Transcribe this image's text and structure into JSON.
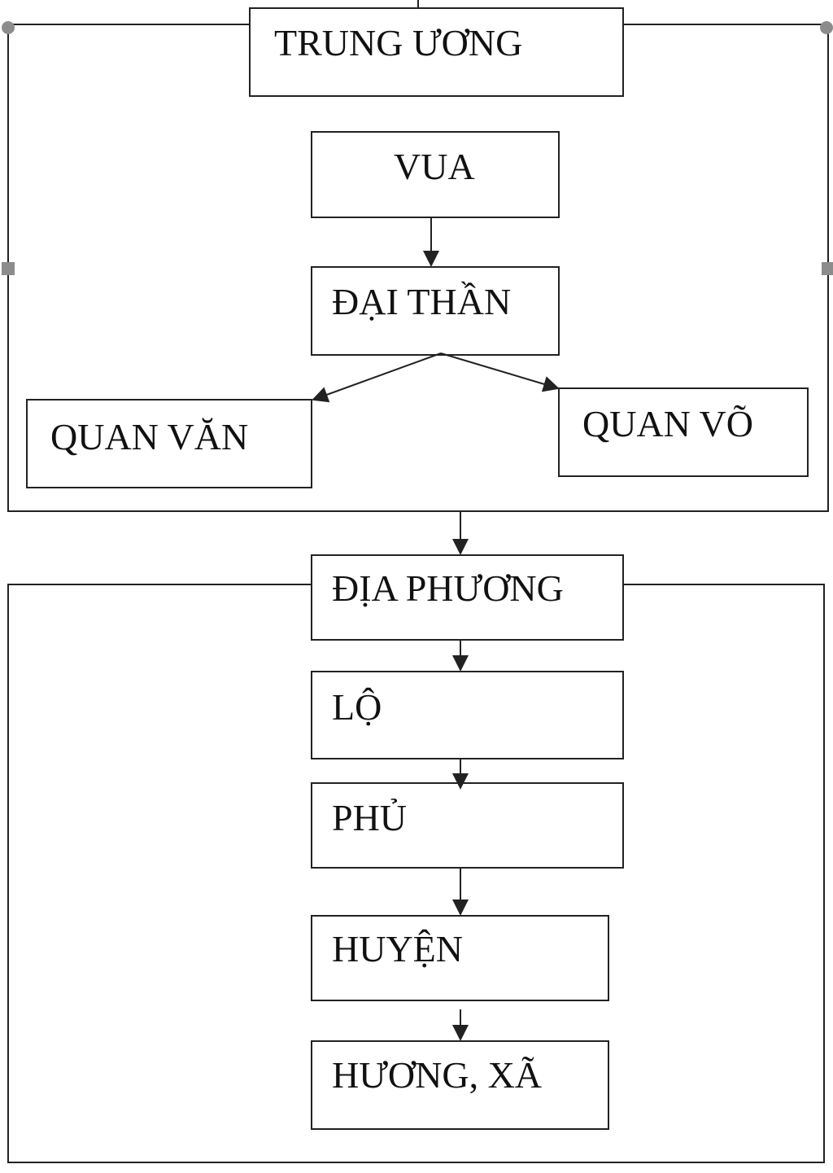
{
  "diagram": {
    "central": {
      "header": "TRUNG ƯƠNG",
      "king": "VUA",
      "great_officials": "ĐẠI THẦN",
      "civil_officials": "QUAN VĂN",
      "military_officials": "QUAN VÕ"
    },
    "local": {
      "header": "ĐỊA PHƯƠNG",
      "levels": [
        "LỘ",
        "PHỦ",
        "HUYỆN",
        "HƯƠNG, XÃ"
      ]
    }
  },
  "colors": {
    "line": "#222222",
    "handle": "#8c8c8c",
    "background": "#ffffff"
  }
}
